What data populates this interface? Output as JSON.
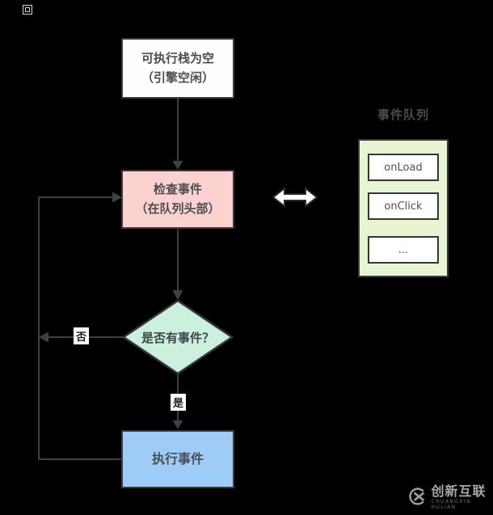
{
  "flowchart": {
    "nodes": {
      "idle": {
        "line1": "可执行栈为空",
        "line2": "（引擎空闲）",
        "fill": "#fefefe"
      },
      "check": {
        "line1": "检查事件",
        "line2": "（在队列头部）",
        "fill": "#fcd2d0"
      },
      "decision": {
        "label": "是否有事件？",
        "fill": "#cbf1de"
      },
      "execute": {
        "label": "执行事件",
        "fill": "#9fcbf8"
      }
    },
    "edge_labels": {
      "no": "否",
      "yes": "是"
    }
  },
  "event_queue": {
    "title": "事件队列",
    "items": [
      "onLoad",
      "onClick",
      "..."
    ],
    "fill": "#e8f5d3"
  },
  "watermark": {
    "brand": "创新互联",
    "tagline": "CHUANGXIN HULIAN"
  },
  "colors": {
    "background": "#000000",
    "line": "#3c4145",
    "box_border": "#383c3e",
    "box_text": "#4a4f53",
    "double_arrow_fill": "#ffffff"
  }
}
